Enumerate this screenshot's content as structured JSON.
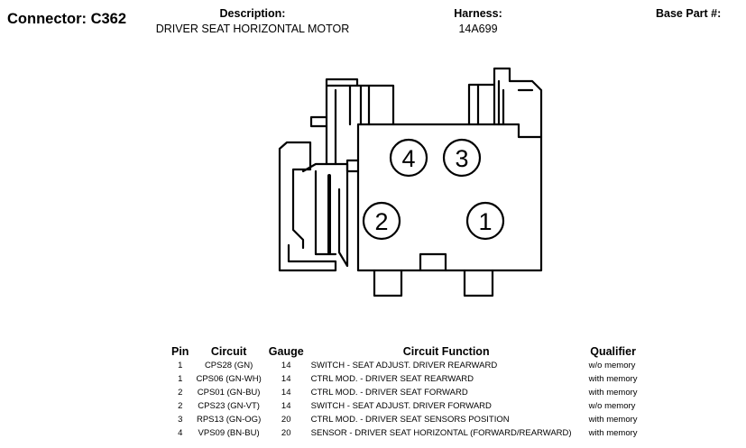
{
  "header": {
    "connector": "Connector: C362",
    "description_label": "Description:",
    "description_value": "DRIVER SEAT HORIZONTAL MOTOR",
    "harness_label": "Harness:",
    "harness_value": "14A699",
    "base_part_label": "Base Part #:",
    "base_part_value": ""
  },
  "pins": [
    "4",
    "3",
    "2",
    "1"
  ],
  "table": {
    "headers": [
      "Pin",
      "Circuit",
      "Gauge",
      "Circuit Function",
      "Qualifier"
    ],
    "rows": [
      {
        "pin": "1",
        "circuit": "CPS28 (GN)",
        "gauge": "14",
        "function": "SWITCH - SEAT ADJUST. DRIVER REARWARD",
        "qualifier": "w/o memory"
      },
      {
        "pin": "1",
        "circuit": "CPS06 (GN-WH)",
        "gauge": "14",
        "function": "CTRL MOD. - DRIVER SEAT REARWARD",
        "qualifier": "with memory"
      },
      {
        "pin": "2",
        "circuit": "CPS01 (GN-BU)",
        "gauge": "14",
        "function": "CTRL MOD. - DRIVER SEAT FORWARD",
        "qualifier": "with memory"
      },
      {
        "pin": "2",
        "circuit": "CPS23 (GN-VT)",
        "gauge": "14",
        "function": "SWITCH - SEAT ADJUST. DRIVER FORWARD",
        "qualifier": "w/o memory"
      },
      {
        "pin": "3",
        "circuit": "RPS13 (GN-OG)",
        "gauge": "20",
        "function": "CTRL MOD. - DRIVER SEAT SENSORS POSITION",
        "qualifier": "with memory"
      },
      {
        "pin": "4",
        "circuit": "VPS09 (BN-BU)",
        "gauge": "20",
        "function": "SENSOR - DRIVER SEAT HORIZONTAL (FORWARD/REARWARD)",
        "qualifier": "with memory"
      }
    ]
  }
}
